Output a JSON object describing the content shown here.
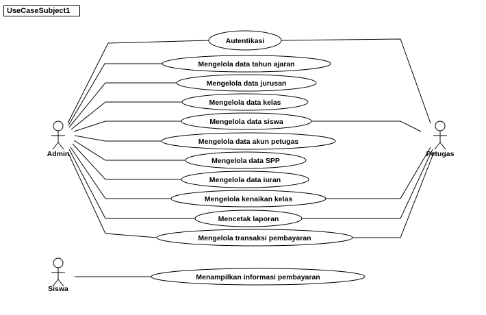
{
  "subject": {
    "name": "UseCaseSubject1"
  },
  "actors": [
    {
      "id": "admin",
      "label": "Admin"
    },
    {
      "id": "petugas",
      "label": "Petugas"
    },
    {
      "id": "siswa",
      "label": "Siswa"
    }
  ],
  "use_cases": [
    {
      "id": "uc1",
      "label": "Autentikasi"
    },
    {
      "id": "uc2",
      "label": "Mengelola data tahun ajaran"
    },
    {
      "id": "uc3",
      "label": "Mengelola data jurusan"
    },
    {
      "id": "uc4",
      "label": "Mengelola data kelas"
    },
    {
      "id": "uc5",
      "label": "Mengelola data siswa"
    },
    {
      "id": "uc6",
      "label": "Mengelola data akun petugas"
    },
    {
      "id": "uc7",
      "label": "Mengelola data SPP"
    },
    {
      "id": "uc8",
      "label": "Mengelola data iuran"
    },
    {
      "id": "uc9",
      "label": "Mengelola kenaikan kelas"
    },
    {
      "id": "uc10",
      "label": "Mencetak laporan"
    },
    {
      "id": "uc11",
      "label": "Mengelola transaksi pembayaran"
    },
    {
      "id": "uc12",
      "label": "Menampilkan informasi pembayaran"
    }
  ],
  "associations": [
    {
      "actor": "admin",
      "use_case": "uc1"
    },
    {
      "actor": "admin",
      "use_case": "uc2"
    },
    {
      "actor": "admin",
      "use_case": "uc3"
    },
    {
      "actor": "admin",
      "use_case": "uc4"
    },
    {
      "actor": "admin",
      "use_case": "uc5"
    },
    {
      "actor": "admin",
      "use_case": "uc6"
    },
    {
      "actor": "admin",
      "use_case": "uc7"
    },
    {
      "actor": "admin",
      "use_case": "uc8"
    },
    {
      "actor": "admin",
      "use_case": "uc9"
    },
    {
      "actor": "admin",
      "use_case": "uc10"
    },
    {
      "actor": "admin",
      "use_case": "uc11"
    },
    {
      "actor": "petugas",
      "use_case": "uc1"
    },
    {
      "actor": "petugas",
      "use_case": "uc5"
    },
    {
      "actor": "petugas",
      "use_case": "uc9"
    },
    {
      "actor": "petugas",
      "use_case": "uc10"
    },
    {
      "actor": "petugas",
      "use_case": "uc11"
    },
    {
      "actor": "siswa",
      "use_case": "uc12"
    }
  ]
}
